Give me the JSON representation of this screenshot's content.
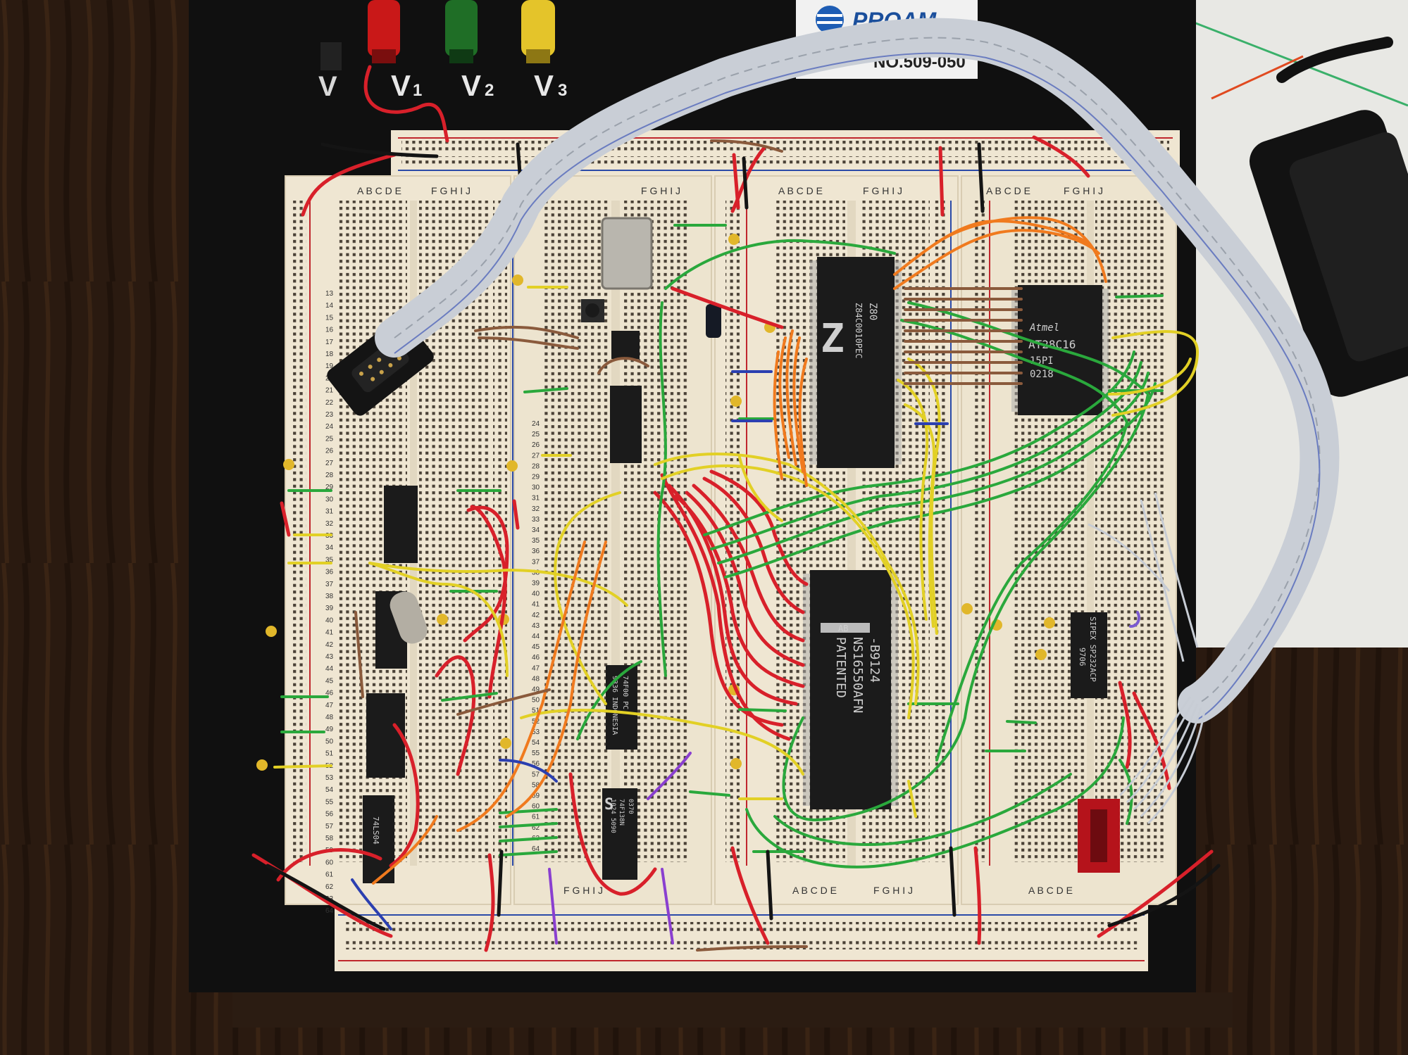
{
  "power_supply": {
    "brand": "PROAM",
    "model_number": "NO.509-050",
    "terminals": [
      {
        "label": "V",
        "subscript": "",
        "color": "#111111"
      },
      {
        "label": "V",
        "subscript": "1",
        "color": "#d41818"
      },
      {
        "label": "V",
        "subscript": "2",
        "color": "#1f7a2a"
      },
      {
        "label": "V",
        "subscript": "3",
        "color": "#e8c62a"
      }
    ]
  },
  "breadboard": {
    "column_letters_left": "A B C D E",
    "column_letters_right": "F G H I J",
    "row_numbers_left": [
      "13",
      "14",
      "15",
      "16",
      "17",
      "18",
      "19",
      "20",
      "21",
      "22",
      "23",
      "24",
      "25",
      "26",
      "27",
      "28",
      "29",
      "30",
      "31",
      "32",
      "33",
      "34",
      "35",
      "36",
      "37",
      "38",
      "39",
      "40",
      "41",
      "42",
      "43",
      "44",
      "45",
      "46",
      "47",
      "48",
      "49",
      "50",
      "51",
      "52",
      "53",
      "54",
      "55",
      "56",
      "57",
      "58",
      "59",
      "60",
      "61",
      "62",
      "63",
      "64"
    ],
    "row_numbers_mid": [
      "24",
      "25",
      "26",
      "27",
      "28",
      "29",
      "30",
      "31",
      "32",
      "33",
      "34",
      "35",
      "36",
      "37",
      "38",
      "39",
      "40",
      "41",
      "42",
      "43",
      "44",
      "45",
      "46",
      "47",
      "48",
      "49",
      "50",
      "51",
      "52",
      "53",
      "54",
      "55",
      "56",
      "57",
      "58",
      "59",
      "60",
      "61",
      "62",
      "63",
      "64"
    ]
  },
  "chips": {
    "z80": {
      "logo": "Z",
      "line1": "Z80",
      "line2": "Z84C0010PEC"
    },
    "uart": {
      "logo": "AB",
      "line1": "-B9124",
      "line2": "NS16550AFN",
      "line3": "PATENTED"
    },
    "eeprom": {
      "logo": "Atmel",
      "line1": "AT28C16",
      "line2": "15PI",
      "line3": "0218"
    },
    "rs232": {
      "line1": "SIPEX SP232ACP",
      "line2": "9706"
    },
    "logic_7400": {
      "line1": "74F00 PC",
      "line2": "9336 INDONESIA"
    },
    "logic_74138": {
      "logo": "S",
      "line1": "74F138N",
      "line2": "1024 5090",
      "line3": "0370"
    },
    "logic_74ls": {
      "line1": "74LS04"
    }
  },
  "colors": {
    "board": "#efe6d2",
    "hole": "#4a4136",
    "rail_red": "#c0272d",
    "rail_blue": "#2b4aa8",
    "chip": "#1b1b1b",
    "wire_red": "#d8202a",
    "wire_green": "#2aa83c",
    "wire_yellow": "#e2d025",
    "wire_orange": "#f07a1e",
    "ribbon": "#c9ced6"
  }
}
